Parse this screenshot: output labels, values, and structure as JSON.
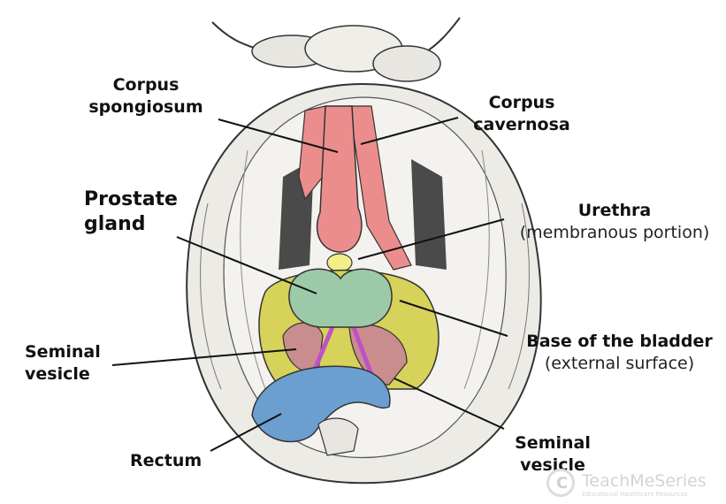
{
  "labels": {
    "corpus_spongiosum": [
      "Corpus",
      "spongiosum"
    ],
    "corpus_cavernosa": [
      "Corpus",
      "cavernosa"
    ],
    "prostate_gland": [
      "Prostate",
      "gland"
    ],
    "urethra": {
      "title": "Urethra",
      "sub": "(membranous portion)"
    },
    "seminal_vesicle_left": [
      "Seminal",
      "vesicle"
    ],
    "base_of_bladder": {
      "title": "Base of the bladder",
      "sub": "(external surface)"
    },
    "rectum": "Rectum",
    "seminal_vesicle_right": [
      "Seminal",
      "vesicle"
    ]
  },
  "watermark": {
    "brand": "TeachMeSeries",
    "tagline": "Educational Healthcare Resources"
  },
  "colors": {
    "corpus": "#ec8d8d",
    "urethra": "#f2ef8a",
    "prostate": "#9ccaa8",
    "bladder": "#d6d25a",
    "seminal_vesicle": "#c98d8d",
    "vas_deferens": "#c050c8",
    "rectum": "#6b9fd0",
    "tissue": "#ecebe6",
    "outline": "#333333"
  }
}
